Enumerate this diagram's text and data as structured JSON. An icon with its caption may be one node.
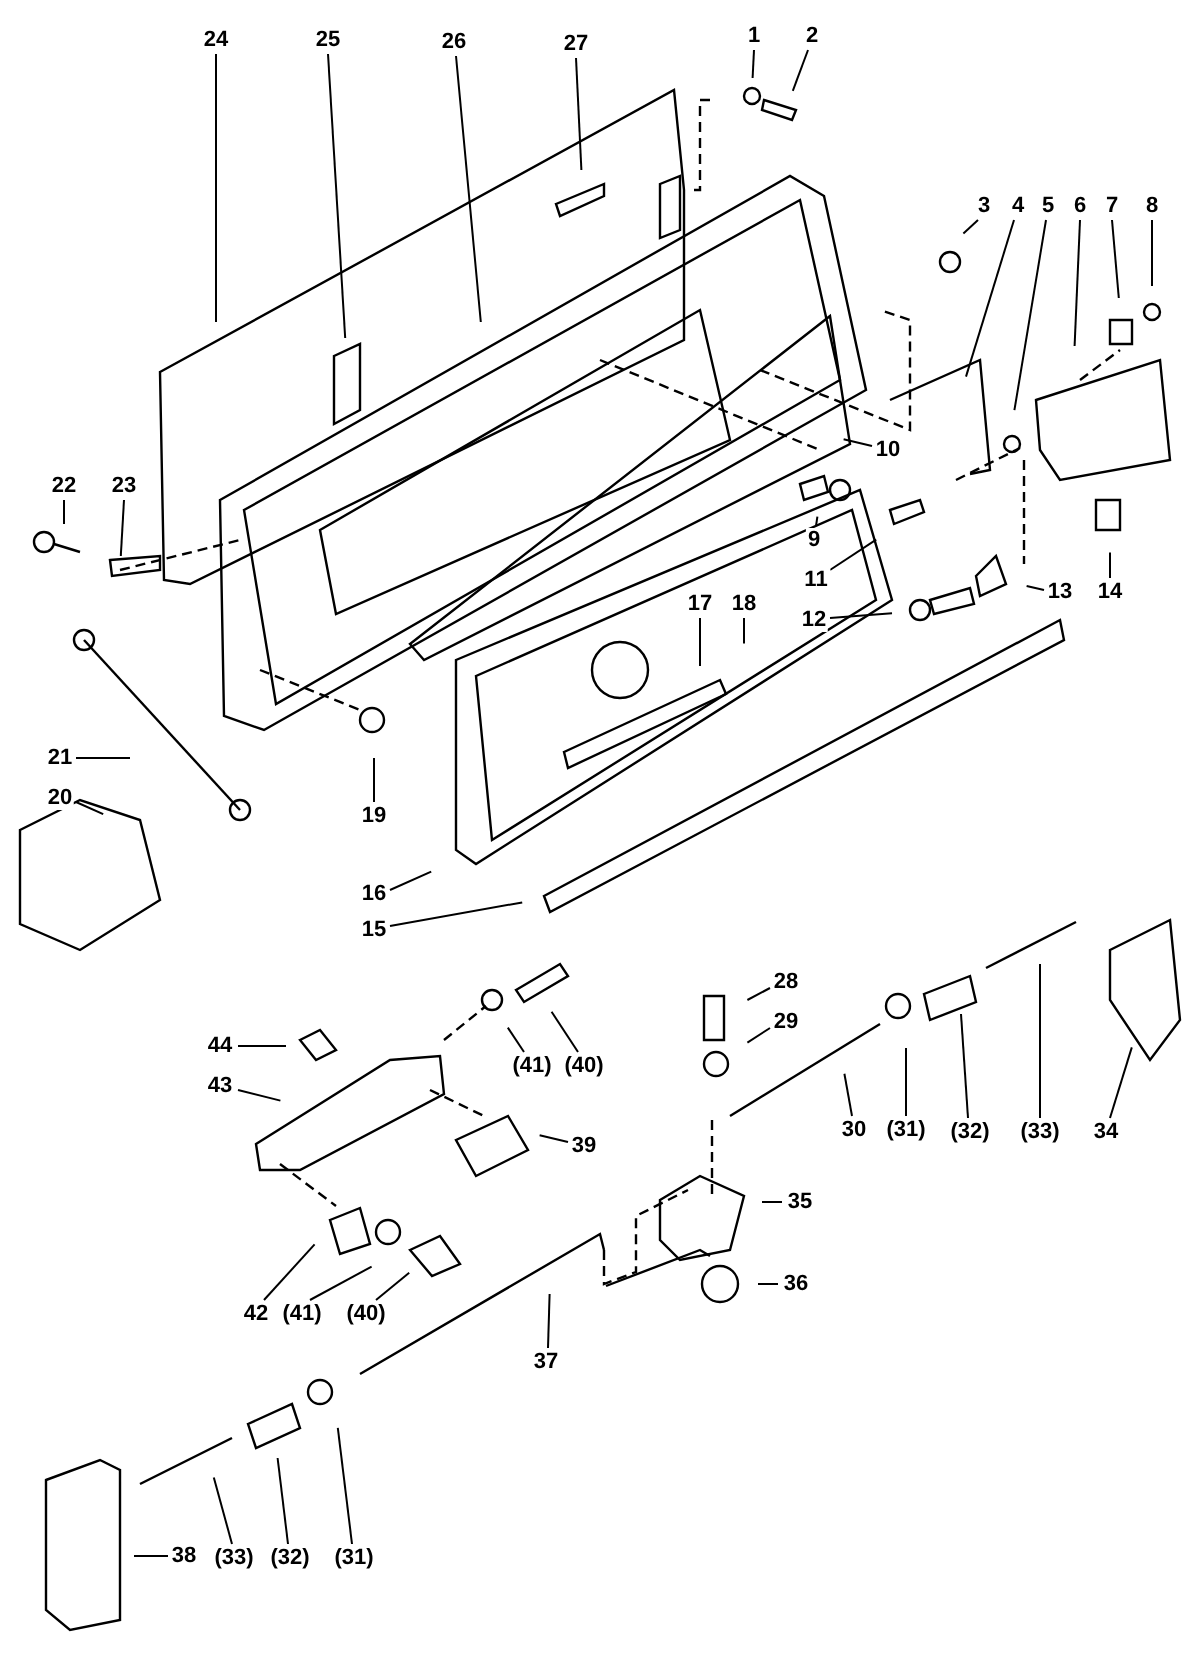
{
  "diagram": {
    "nodes": [
      {
        "text": [
          "1"
        ]
      },
      {
        "text": [
          "2"
        ]
      },
      {
        "text": [
          "24"
        ]
      },
      {
        "text": [
          "25"
        ]
      },
      {
        "text": [
          "26"
        ]
      },
      {
        "text": [
          "27"
        ]
      },
      {
        "text": [
          "3"
        ]
      },
      {
        "text": [
          "4"
        ]
      },
      {
        "text": [
          "5"
        ]
      },
      {
        "text": [
          "6"
        ]
      },
      {
        "text": [
          "7"
        ]
      },
      {
        "text": [
          "8"
        ]
      },
      {
        "text": [
          "10"
        ]
      },
      {
        "text": [
          "22"
        ]
      },
      {
        "text": [
          "23"
        ]
      },
      {
        "text": [
          "9"
        ]
      },
      {
        "text": [
          "11"
        ]
      },
      {
        "text": [
          "13"
        ]
      },
      {
        "text": [
          "14"
        ]
      },
      {
        "text": [
          "12"
        ]
      },
      {
        "text": [
          "17"
        ]
      },
      {
        "text": [
          "18"
        ]
      },
      {
        "text": [
          "19"
        ]
      },
      {
        "text": [
          "21"
        ]
      },
      {
        "text": [
          "20"
        ]
      },
      {
        "text": [
          "16"
        ]
      },
      {
        "text": [
          "15"
        ]
      },
      {
        "text": [
          "28"
        ]
      },
      {
        "text": [
          "29"
        ]
      },
      {
        "text": [
          "44"
        ]
      },
      {
        "text": [
          "(41)"
        ]
      },
      {
        "text": [
          "(40)"
        ]
      },
      {
        "text": [
          "43"
        ]
      },
      {
        "text": [
          "30"
        ]
      },
      {
        "text": [
          "(31)"
        ]
      },
      {
        "text": [
          "(32)"
        ]
      },
      {
        "text": [
          "(33)"
        ]
      },
      {
        "text": [
          "34"
        ]
      },
      {
        "text": [
          "39"
        ]
      },
      {
        "text": [
          "35"
        ]
      },
      {
        "text": [
          "36"
        ]
      },
      {
        "text": [
          "42"
        ]
      },
      {
        "text": [
          "(41)"
        ]
      },
      {
        "text": [
          "(40)"
        ]
      },
      {
        "text": [
          "37"
        ]
      },
      {
        "text": [
          "38"
        ]
      },
      {
        "text": [
          "(33)"
        ]
      },
      {
        "text": [
          "(32)"
        ]
      },
      {
        "text": [
          "(31)"
        ]
      }
    ],
    "edges": [
      {
        "from": 0,
        "to": null,
        "arrow": "none"
      },
      {
        "from": 1,
        "to": null,
        "arrow": "none"
      },
      {
        "from": 2,
        "to": null,
        "arrow": "none"
      },
      {
        "from": 3,
        "to": null,
        "arrow": "none"
      },
      {
        "from": 4,
        "to": null,
        "arrow": "none"
      },
      {
        "from": 5,
        "to": null,
        "arrow": "none"
      },
      {
        "from": 6,
        "to": null,
        "arrow": "none"
      },
      {
        "from": 7,
        "to": null,
        "arrow": "none"
      },
      {
        "from": 8,
        "to": null,
        "arrow": "none"
      },
      {
        "from": 9,
        "to": null,
        "arrow": "none"
      },
      {
        "from": 10,
        "to": null,
        "arrow": "none"
      },
      {
        "from": 11,
        "to": null,
        "arrow": "none"
      },
      {
        "from": 12,
        "to": null,
        "arrow": "none"
      },
      {
        "from": 13,
        "to": null,
        "arrow": "none"
      },
      {
        "from": 14,
        "to": null,
        "arrow": "none"
      },
      {
        "from": 15,
        "to": null,
        "arrow": "none"
      },
      {
        "from": 16,
        "to": null,
        "arrow": "none"
      },
      {
        "from": 17,
        "to": null,
        "arrow": "none"
      },
      {
        "from": 18,
        "to": null,
        "arrow": "none"
      },
      {
        "from": 19,
        "to": null,
        "arrow": "none"
      },
      {
        "from": 20,
        "to": null,
        "arrow": "none"
      },
      {
        "from": 21,
        "to": null,
        "arrow": "none"
      },
      {
        "from": 22,
        "to": null,
        "arrow": "none"
      },
      {
        "from": 23,
        "to": null,
        "arrow": "none"
      },
      {
        "from": 24,
        "to": null,
        "arrow": "none"
      },
      {
        "from": 25,
        "to": null,
        "arrow": "none"
      },
      {
        "from": 26,
        "to": null,
        "arrow": "none"
      },
      {
        "from": 27,
        "to": null,
        "arrow": "none"
      },
      {
        "from": 28,
        "to": null,
        "arrow": "none"
      },
      {
        "from": 29,
        "to": null,
        "arrow": "none"
      },
      {
        "from": 30,
        "to": null,
        "arrow": "none"
      },
      {
        "from": 31,
        "to": null,
        "arrow": "none"
      },
      {
        "from": 32,
        "to": null,
        "arrow": "none"
      },
      {
        "from": 33,
        "to": null,
        "arrow": "none"
      },
      {
        "from": 34,
        "to": null,
        "arrow": "none"
      },
      {
        "from": 35,
        "to": null,
        "arrow": "none"
      },
      {
        "from": 36,
        "to": null,
        "arrow": "none"
      },
      {
        "from": 37,
        "to": null,
        "arrow": "none"
      },
      {
        "from": 38,
        "to": null,
        "arrow": "none"
      },
      {
        "from": 39,
        "to": null,
        "arrow": "none"
      },
      {
        "from": 40,
        "to": null,
        "arrow": "none"
      },
      {
        "from": 41,
        "to": null,
        "arrow": "none"
      },
      {
        "from": 42,
        "to": null,
        "arrow": "none"
      },
      {
        "from": 43,
        "to": null,
        "arrow": "none"
      },
      {
        "from": 44,
        "to": null,
        "arrow": "none"
      },
      {
        "from": 45,
        "to": null,
        "arrow": "none"
      },
      {
        "from": 46,
        "to": null,
        "arrow": "none"
      },
      {
        "from": 47,
        "to": null,
        "arrow": "none"
      },
      {
        "from": 48,
        "to": null,
        "arrow": "none"
      }
    ]
  }
}
